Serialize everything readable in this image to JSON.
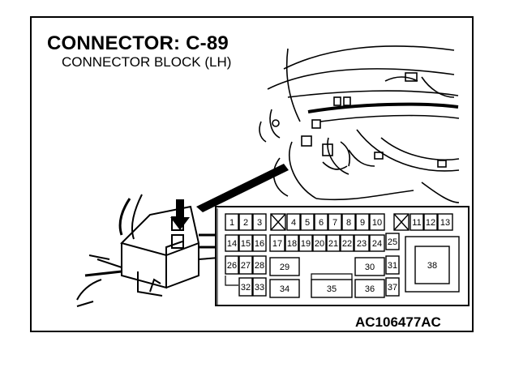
{
  "diagram": {
    "title": "CONNECTOR: C-89",
    "subtitle": "CONNECTOR BLOCK (LH)",
    "figure_id": "AC106477AC",
    "pins": [
      {
        "label": "1"
      },
      {
        "label": "2"
      },
      {
        "label": "3"
      },
      {
        "label": "4"
      },
      {
        "label": "5"
      },
      {
        "label": "6"
      },
      {
        "label": "7"
      },
      {
        "label": "8"
      },
      {
        "label": "9"
      },
      {
        "label": "10"
      },
      {
        "label": "11"
      },
      {
        "label": "12"
      },
      {
        "label": "13"
      },
      {
        "label": "14"
      },
      {
        "label": "15"
      },
      {
        "label": "16"
      },
      {
        "label": "17"
      },
      {
        "label": "18"
      },
      {
        "label": "19"
      },
      {
        "label": "20"
      },
      {
        "label": "21"
      },
      {
        "label": "22"
      },
      {
        "label": "23"
      },
      {
        "label": "24"
      },
      {
        "label": "25"
      },
      {
        "label": "26"
      },
      {
        "label": "27"
      },
      {
        "label": "28"
      },
      {
        "label": "29"
      },
      {
        "label": "30"
      },
      {
        "label": "31"
      },
      {
        "label": "32"
      },
      {
        "label": "33"
      },
      {
        "label": "34"
      },
      {
        "label": "35"
      },
      {
        "label": "36"
      },
      {
        "label": "37"
      },
      {
        "label": "38"
      }
    ]
  }
}
